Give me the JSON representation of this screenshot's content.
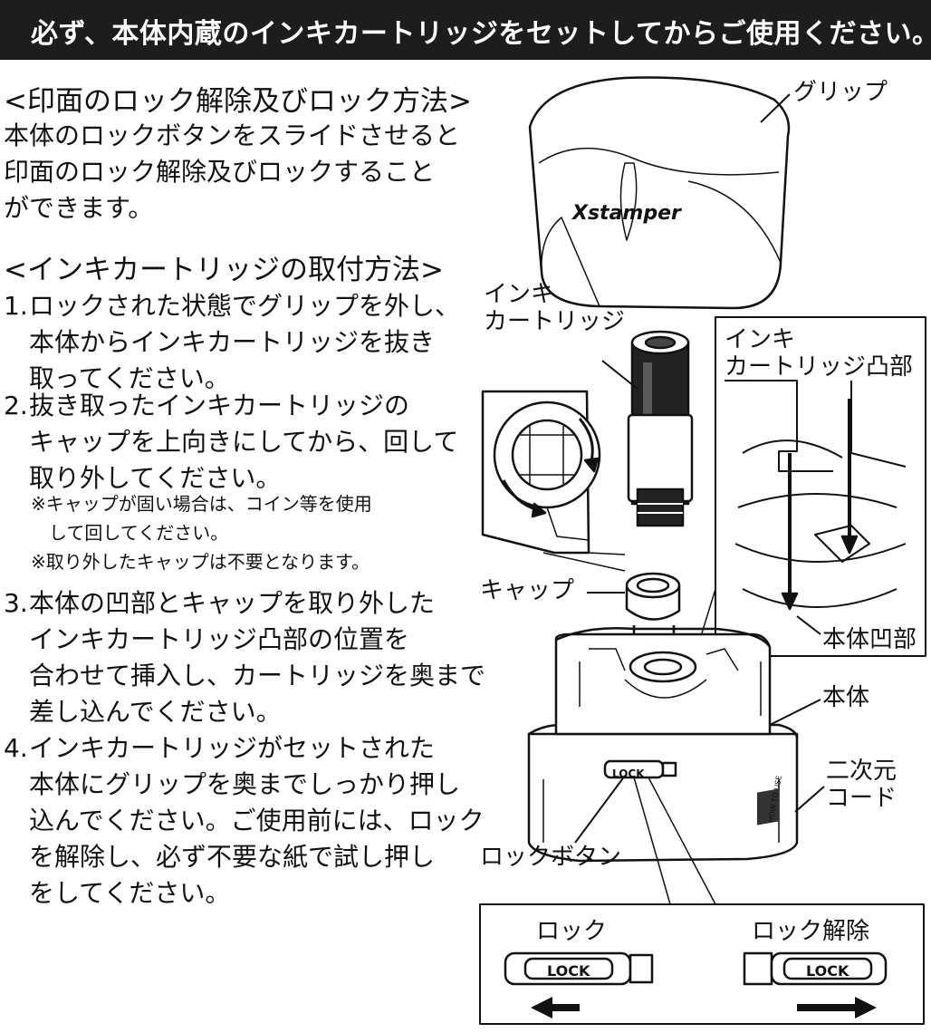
{
  "banner": "必ず、本体内蔵のインキカートリッジをセットしてからご使用ください。",
  "section1": {
    "heading": "<印面のロック解除及びロック方法>",
    "lines": [
      "本体のロックボタンをスライドさせると",
      "印面のロック解除及びロックすること",
      "ができます。"
    ]
  },
  "section2": {
    "heading": "<インキカートリッジの取付方法>",
    "steps": [
      {
        "num": "1.",
        "lines": [
          "ロックされた状態でグリップを外し、",
          "本体からインキカートリッジを抜き",
          "取ってください。"
        ]
      },
      {
        "num": "2.",
        "lines": [
          "抜き取ったインキカートリッジの",
          "キャップを上向きにしてから、回して",
          "取り外してください。"
        ]
      },
      {
        "num": "3.",
        "lines": [
          "本体の凹部とキャップを取り外した",
          "インキカートリッジ凸部の位置を",
          "合わせて挿入し、カートリッジを奥まで",
          "差し込んでください。"
        ]
      },
      {
        "num": "4.",
        "lines": [
          "インキカートリッジがセットされた",
          "本体にグリップを奥までしっかり押し",
          "込んでください。ご使用前には、ロック",
          "を解除し、必ず不要な紙で試し押し",
          "をしてください。"
        ]
      }
    ],
    "notes": [
      "※キャップが固い場合は、コイン等を使用",
      "して回してください。",
      "※取り外したキャップは不要となります。"
    ]
  },
  "diagram": {
    "grip": "グリップ",
    "brand": "Xstamper",
    "ink_cartridge": [
      "インキ",
      "カートリッジ"
    ],
    "ink_cartridge_convex": [
      "インキ",
      "カートリッジ凸部"
    ],
    "cap": "キャップ",
    "body_concave": "本体凹部",
    "body": "本体",
    "qr": [
      "二次元",
      "コード"
    ],
    "lock_button": "ロックボタン",
    "lock_text": "LOCK",
    "lock": "ロック",
    "unlock": "ロック解除",
    "how_to_use": "HOW TO USE"
  }
}
